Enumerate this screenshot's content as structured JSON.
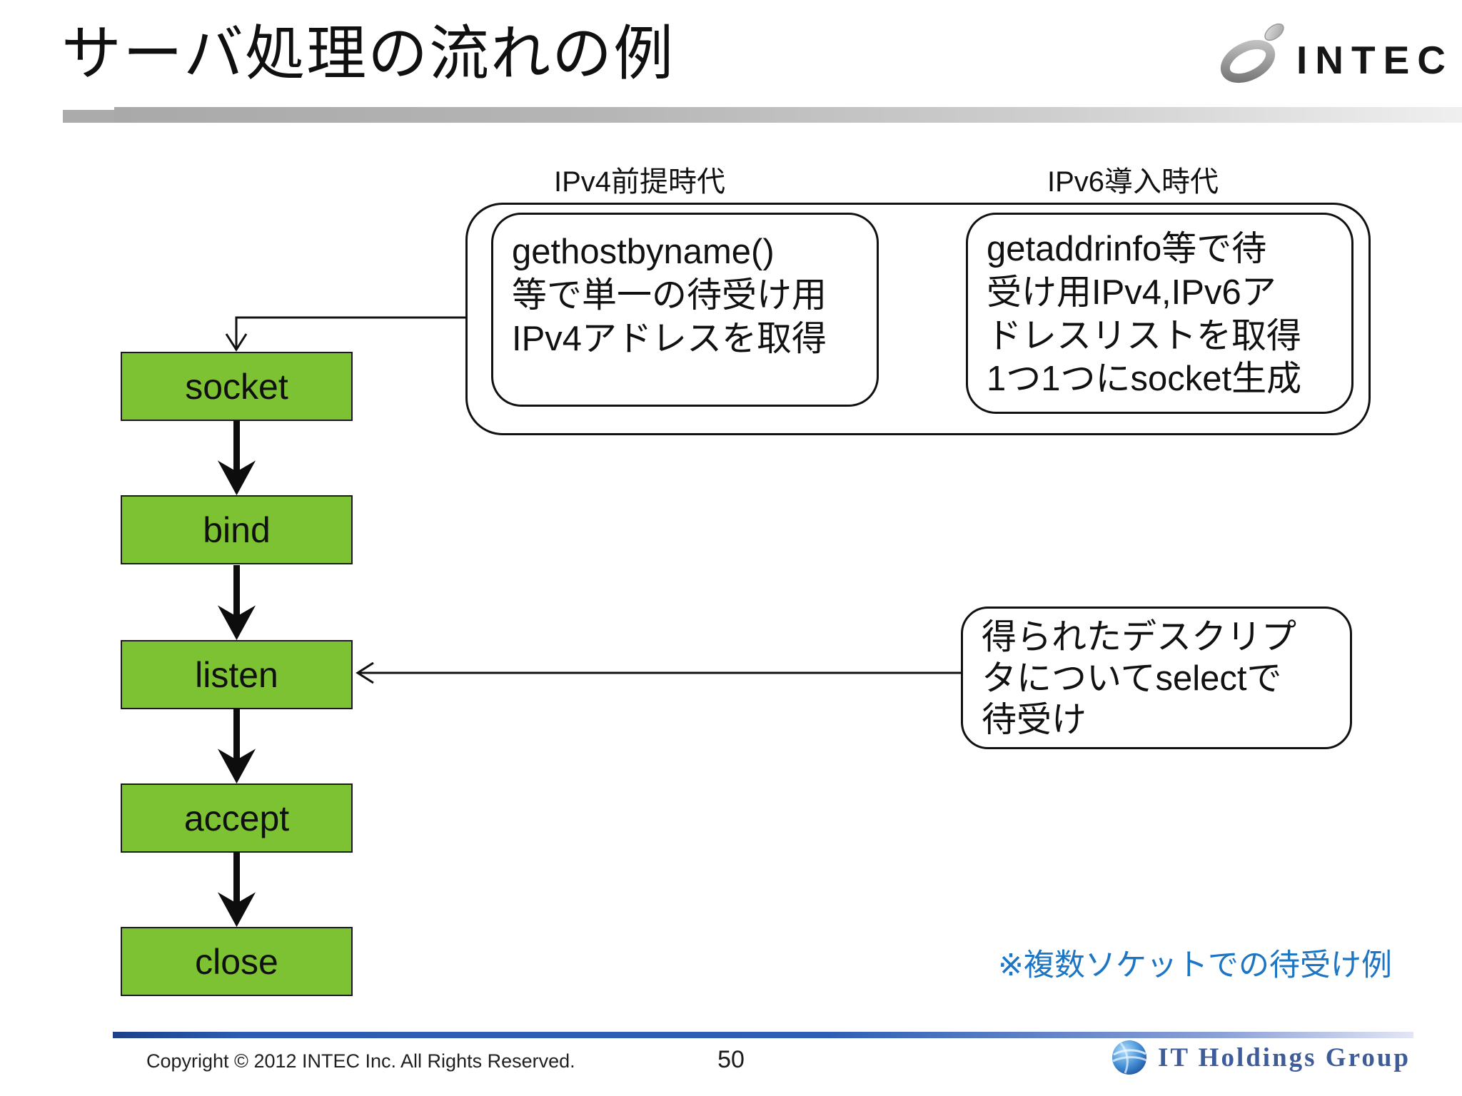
{
  "slide": {
    "title": "サーバ処理の流れの例",
    "note": "※複数ソケットでの待受け例"
  },
  "brand": {
    "intec_logo_text": "INTEC",
    "group_logo_text": "IT Holdings Group"
  },
  "eras": {
    "ipv4_label": "IPv4前提時代",
    "ipv6_label": "IPv6導入時代"
  },
  "flow": {
    "steps": [
      {
        "label": "socket"
      },
      {
        "label": "bind"
      },
      {
        "label": "listen"
      },
      {
        "label": "accept"
      },
      {
        "label": "close"
      }
    ]
  },
  "callouts": {
    "ipv4": {
      "lines": [
        "gethostbyname()",
        "等で単一の待受け用",
        "IPv4アドレスを取得"
      ]
    },
    "ipv6": {
      "lines": [
        "getaddrinfo等で待",
        "受け用IPv4,IPv6ア",
        "ドレスリストを取得",
        "1つ1つにsocket生成"
      ]
    },
    "select": {
      "lines": [
        "得られたデスクリプ",
        "タについてselectで",
        "待受け"
      ]
    }
  },
  "footer": {
    "copyright": "Copyright © 2012 INTEC Inc. All Rights Reserved.",
    "page_number": "50"
  },
  "colors": {
    "box_green": "#7cc233",
    "note_blue": "#1d76c4",
    "footer_line_blue": "#2d5cb2",
    "group_text_blue": "#3e5c9a"
  }
}
